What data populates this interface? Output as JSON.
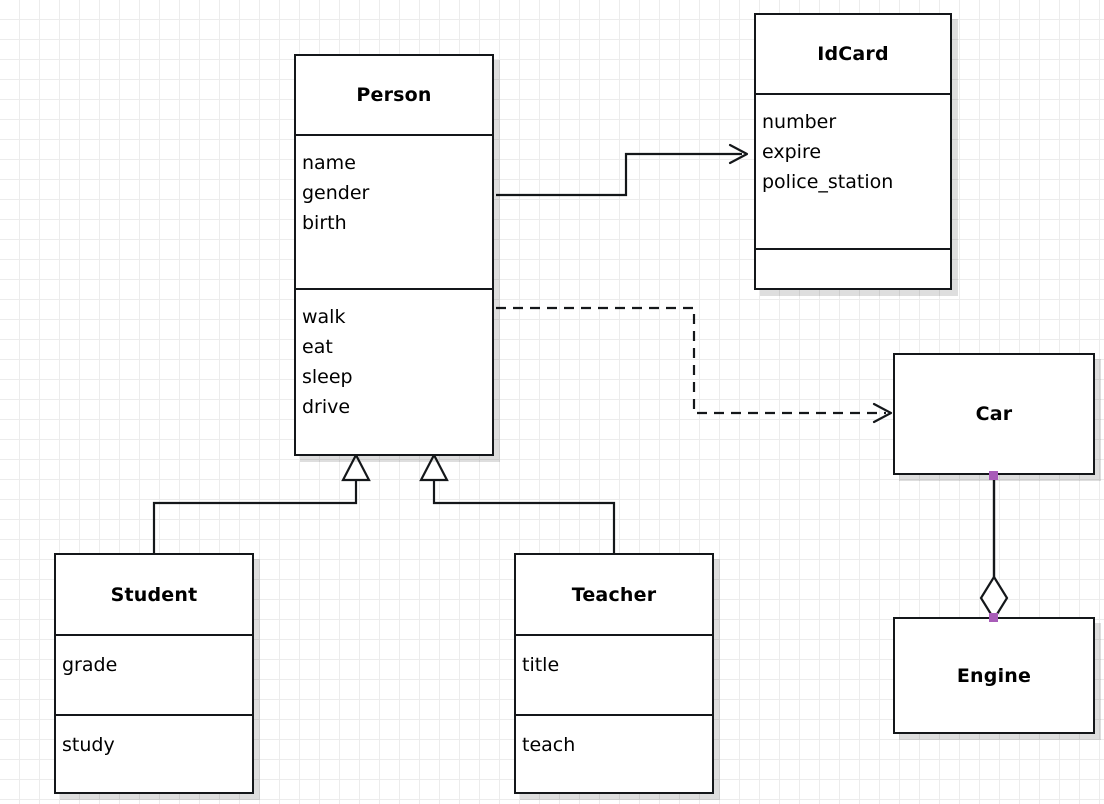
{
  "diagram": {
    "type": "uml-class-diagram",
    "background": "#ffffff",
    "grid_color": "#ececec",
    "grid_size": 20,
    "stroke_color": "#14171a",
    "selection_handle_color": "#a85cb8"
  },
  "classes": {
    "person": {
      "name": "Person",
      "attributes": [
        "name",
        "gender",
        "birth"
      ],
      "methods": [
        "walk",
        "eat",
        "sleep",
        "drive"
      ]
    },
    "idcard": {
      "name": "IdCard",
      "attributes": [
        "number",
        "expire",
        "police_station"
      ],
      "methods": []
    },
    "student": {
      "name": "Student",
      "attributes": [
        "grade"
      ],
      "methods": [
        "study"
      ]
    },
    "teacher": {
      "name": "Teacher",
      "attributes": [
        "title"
      ],
      "methods": [
        "teach"
      ]
    },
    "car": {
      "name": "Car",
      "attributes": [],
      "methods": []
    },
    "engine": {
      "name": "Engine",
      "attributes": [],
      "methods": []
    }
  },
  "relationships": [
    {
      "id": "person-idcard",
      "kind": "association",
      "line": "solid",
      "arrow": "open-arrow",
      "from": "Person",
      "to": "IdCard"
    },
    {
      "id": "person-car",
      "kind": "dependency",
      "line": "dashed",
      "arrow": "open-arrow",
      "from": "Person",
      "to": "Car"
    },
    {
      "id": "student-person",
      "kind": "generalization",
      "line": "solid",
      "arrow": "hollow-triangle",
      "from": "Student",
      "to": "Person"
    },
    {
      "id": "teacher-person",
      "kind": "generalization",
      "line": "solid",
      "arrow": "hollow-triangle",
      "from": "Teacher",
      "to": "Person"
    },
    {
      "id": "car-engine",
      "kind": "aggregation",
      "line": "solid",
      "arrow": "hollow-diamond",
      "from": "Car",
      "to": "Engine",
      "selected": true
    }
  ]
}
